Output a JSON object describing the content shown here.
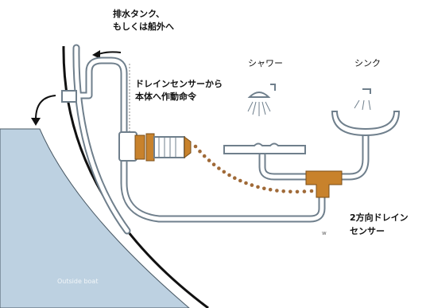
{
  "labels": {
    "holding_tank_line1": "排水タンク、",
    "holding_tank_line2": "もしくは船外へ",
    "shower": "シャワー",
    "sink": "シンク",
    "drain_sensor_line1": "ドレインセンサーから",
    "drain_sensor_line2": "本体へ作動命令",
    "two_way_line1": "2方向ドレイン",
    "two_way_line2": "センサー",
    "outside_boat": "Outside boat",
    "small_mark": "w"
  },
  "colors": {
    "water": "#bdd1e1",
    "pipe_fill": "#ffffff",
    "pipe_stroke": "#6f7f8c",
    "sensor_orange": "#c8822c",
    "signal_dots": "#a06a38",
    "hull": "#111111"
  }
}
